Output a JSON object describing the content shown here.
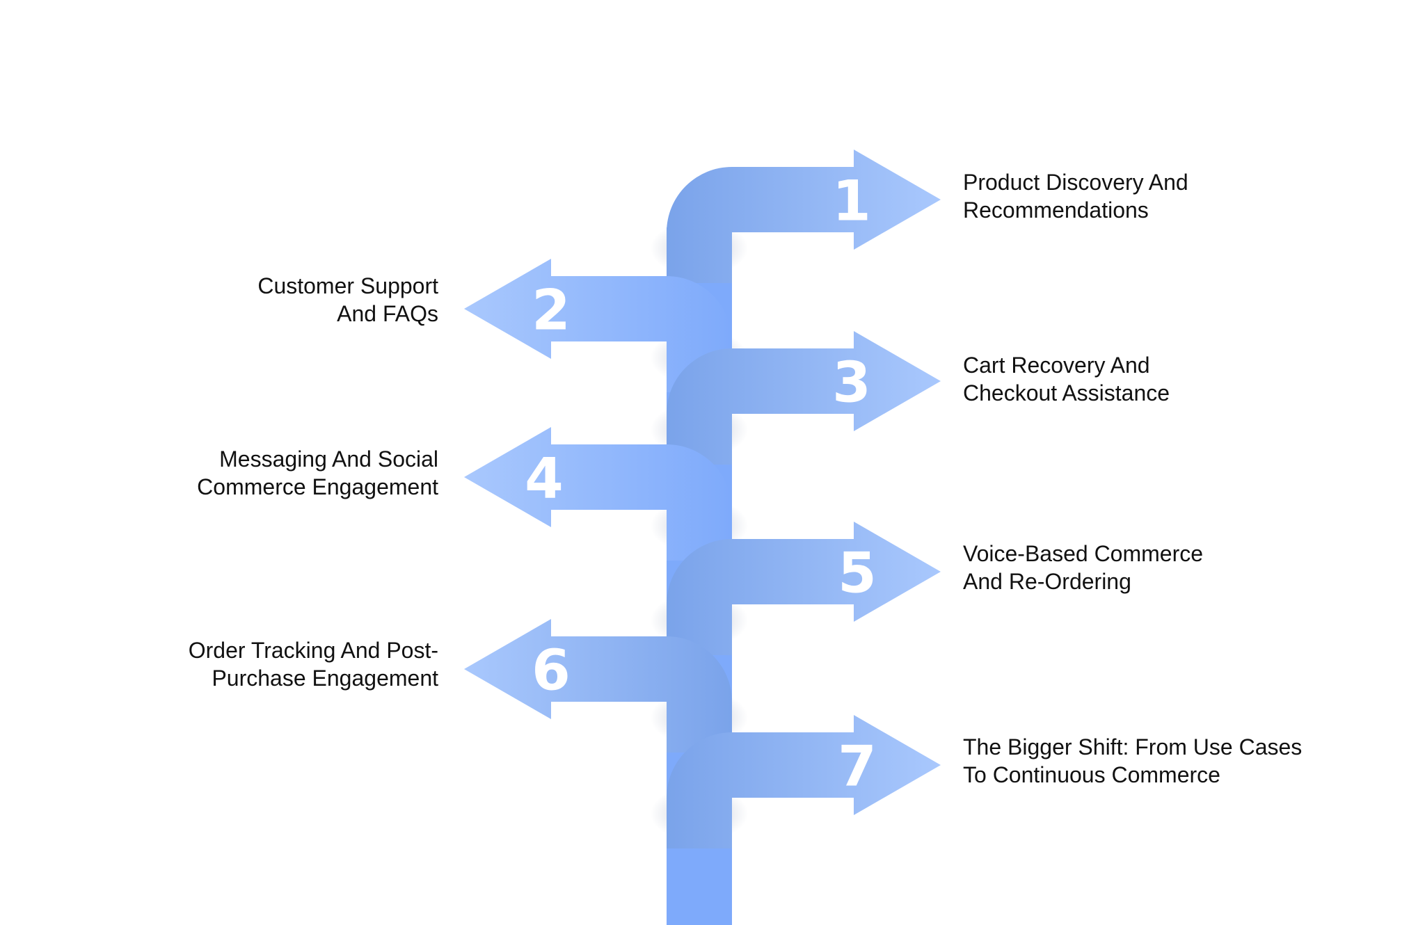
{
  "colors": {
    "arrow_dark": "#7aa3ea",
    "arrow_light": "#a9c8fd",
    "stem": "#7eaafb",
    "text": "#111111",
    "number": "#ffffff"
  },
  "steps": [
    {
      "number": "1",
      "direction": "right",
      "lines": [
        "Product Discovery And",
        "Recommendations"
      ]
    },
    {
      "number": "2",
      "direction": "left",
      "lines": [
        "Customer Support",
        "And FAQs"
      ]
    },
    {
      "number": "3",
      "direction": "right",
      "lines": [
        "Cart Recovery And",
        "Checkout Assistance"
      ]
    },
    {
      "number": "4",
      "direction": "left",
      "lines": [
        "Messaging And Social",
        "Commerce Engagement"
      ]
    },
    {
      "number": "5",
      "direction": "right",
      "lines": [
        "Voice-Based Commerce",
        "And Re-Ordering"
      ]
    },
    {
      "number": "6",
      "direction": "left",
      "lines": [
        "Order Tracking And Post-",
        "Purchase Engagement"
      ]
    },
    {
      "number": "7",
      "direction": "right",
      "lines": [
        "The Bigger Shift: From Use Cases",
        "To Continuous Commerce"
      ]
    }
  ]
}
